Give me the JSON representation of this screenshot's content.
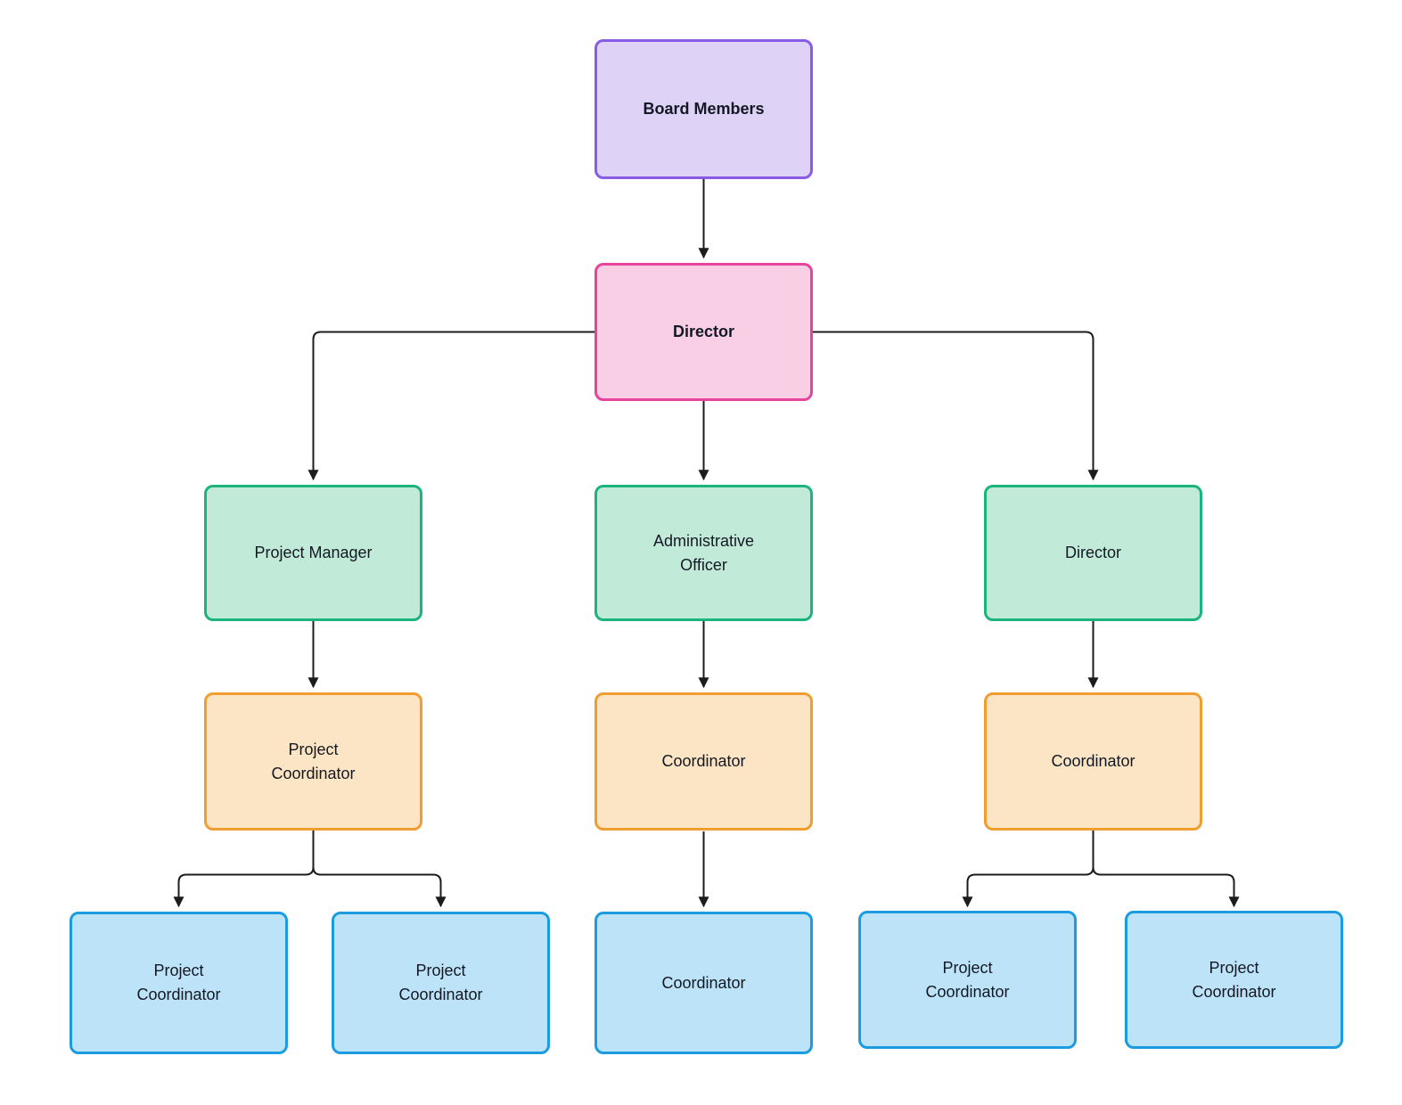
{
  "diagram_type": "organizational-chart",
  "colors": {
    "background": "#ffffff",
    "connector": "#1c1c1c",
    "text": "#141824",
    "levels": {
      "purple": {
        "fill": "#ded3f6",
        "border": "#8a5ce6"
      },
      "pink": {
        "fill": "#f8cfe5",
        "border": "#e8449b"
      },
      "green": {
        "fill": "#c2ead9",
        "border": "#1cb47e"
      },
      "orange": {
        "fill": "#fbe5c4",
        "border": "#f09e2f"
      },
      "blue": {
        "fill": "#bce3f7",
        "border": "#1b9ce1"
      }
    }
  },
  "nodes": [
    {
      "id": "board-members",
      "label": "Board Members",
      "level": "purple"
    },
    {
      "id": "director",
      "label": "Director",
      "level": "pink"
    },
    {
      "id": "project-manager",
      "label": "Project Manager",
      "level": "green"
    },
    {
      "id": "administrative-officer",
      "label": "Administrative Officer",
      "level": "green"
    },
    {
      "id": "director-2",
      "label": "Director",
      "level": "green"
    },
    {
      "id": "project-coordinator-1",
      "label": "Project Coordinator",
      "level": "orange"
    },
    {
      "id": "coordinator-1",
      "label": "Coordinator",
      "level": "orange"
    },
    {
      "id": "coordinator-2",
      "label": "Coordinator",
      "level": "orange"
    },
    {
      "id": "project-coordinator-2",
      "label": "Project Coordinator",
      "level": "blue"
    },
    {
      "id": "project-coordinator-3",
      "label": "Project Coordinator",
      "level": "blue"
    },
    {
      "id": "coordinator-3",
      "label": "Coordinator",
      "level": "blue"
    },
    {
      "id": "project-coordinator-4",
      "label": "Project Coordinator",
      "level": "blue"
    },
    {
      "id": "project-coordinator-5",
      "label": "Project Coordinator",
      "level": "blue"
    }
  ],
  "edges": [
    {
      "from": "board-members",
      "to": "director"
    },
    {
      "from": "director",
      "to": "project-manager"
    },
    {
      "from": "director",
      "to": "administrative-officer"
    },
    {
      "from": "director",
      "to": "director-2"
    },
    {
      "from": "project-manager",
      "to": "project-coordinator-1"
    },
    {
      "from": "administrative-officer",
      "to": "coordinator-1"
    },
    {
      "from": "director-2",
      "to": "coordinator-2"
    },
    {
      "from": "project-coordinator-1",
      "to": "project-coordinator-2"
    },
    {
      "from": "project-coordinator-1",
      "to": "project-coordinator-3"
    },
    {
      "from": "coordinator-1",
      "to": "coordinator-3"
    },
    {
      "from": "coordinator-2",
      "to": "project-coordinator-4"
    },
    {
      "from": "coordinator-2",
      "to": "project-coordinator-5"
    }
  ]
}
